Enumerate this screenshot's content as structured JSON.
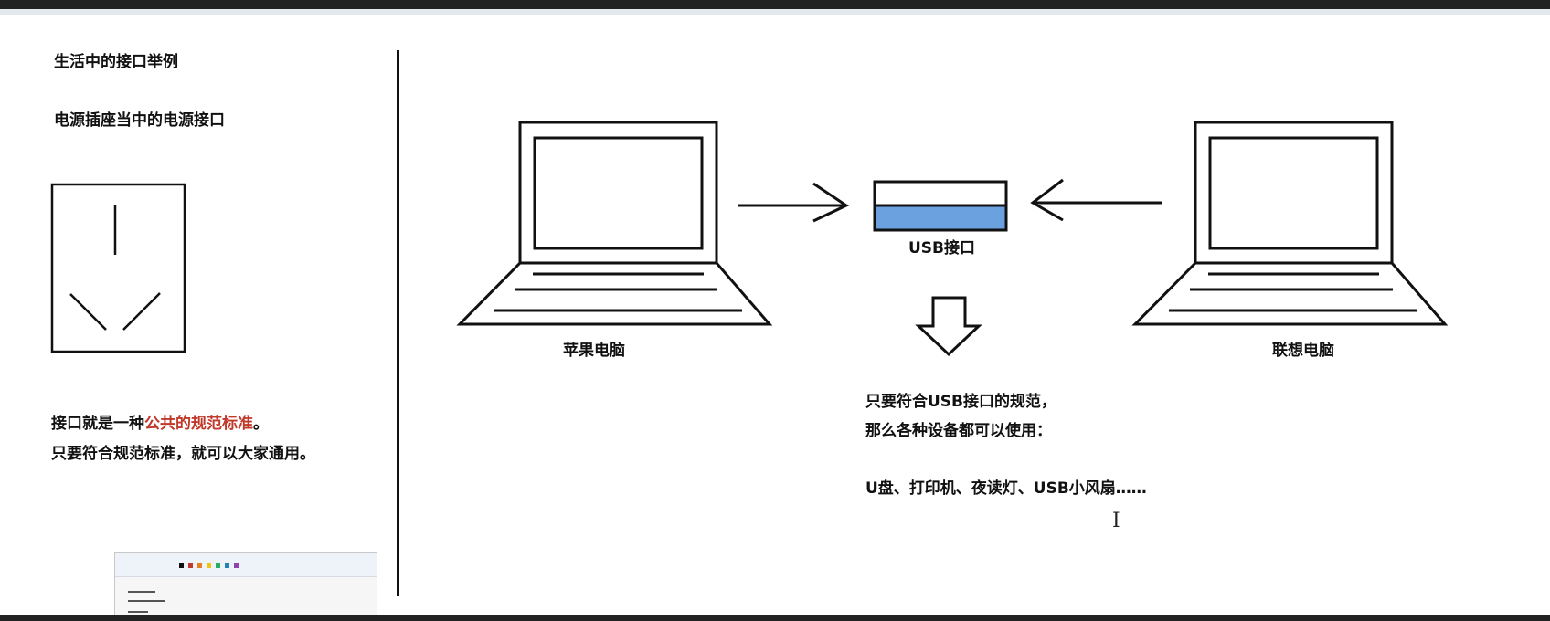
{
  "left_panel": {
    "title": "生活中的接口举例",
    "subtitle": "电源插座当中的电源接口",
    "def_prefix": "接口就是一种",
    "def_highlight": "公共的规范标准",
    "def_suffix": "。",
    "def_line2": "只要符合规范标准，就可以大家通用。"
  },
  "diagram": {
    "left_computer": "苹果电脑",
    "right_computer": "联想电脑",
    "usb_label": "USB接口",
    "conclusion_line1": "只要符合USB接口的规范，",
    "conclusion_line2": "那么各种设备都可以使用：",
    "examples": "U盘、打印机、夜读灯、USB小风扇……"
  },
  "colors": {
    "highlight": "#c0392b",
    "usb_fill": "#6aa1de",
    "stroke": "#111111"
  },
  "icons": [
    "power-socket-icon",
    "laptop-icon",
    "usb-port-icon",
    "arrow-right-icon",
    "arrow-left-icon",
    "arrow-down-icon",
    "text-cursor-icon"
  ]
}
